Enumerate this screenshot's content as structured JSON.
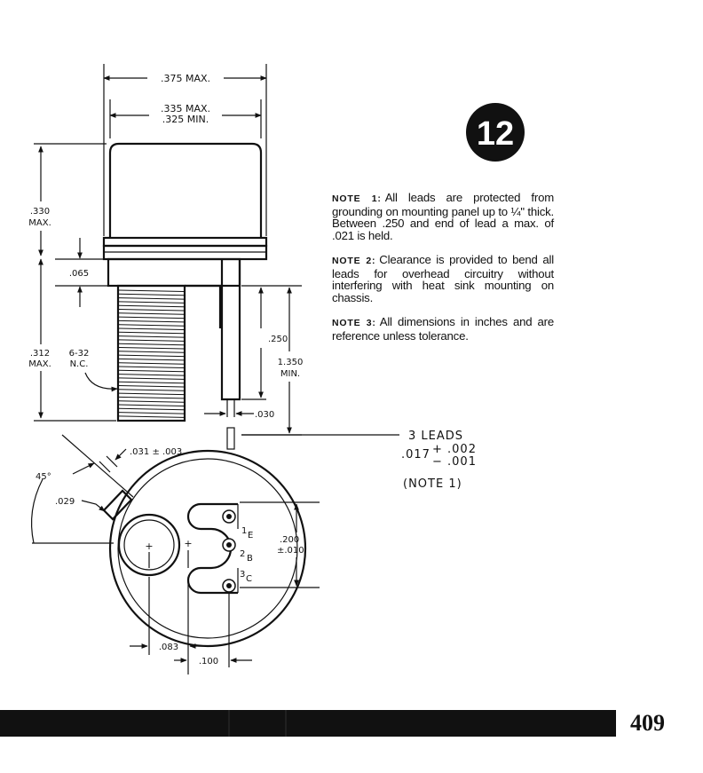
{
  "badge": {
    "number": "12"
  },
  "dimensions": {
    "overall_width": ".375 MAX.",
    "cap_width_max": ".335 MAX.",
    "cap_width_min": ".325 MIN.",
    "cap_height_value": ".330",
    "cap_height_unit": "MAX.",
    "flange": ".065",
    "stud_length_value": ".312",
    "stud_length_unit": "MAX.",
    "thread_size": "6-32",
    "thread_class": "N.C.",
    "lead_insulated": ".250",
    "lead_length_value": "1.350",
    "lead_length_unit": "MIN.",
    "lead_width": ".030",
    "lead_spacing_a": ".031 ± .003",
    "angle": "45°",
    "offset": ".029",
    "pin_pitch_value": ".200",
    "pin_pitch_tol": "±.010",
    "hole_offset": ".083",
    "pin_offset": ".100"
  },
  "leads_note": {
    "count": "3 LEADS",
    "diameter": ".017",
    "tol_plus": "+ .002",
    "tol_minus": "− .001",
    "ref": "(NOTE 1)"
  },
  "pins": {
    "emitter_num": "1",
    "emitter_sub": "E",
    "base_num": "2",
    "base_sub": "B",
    "collector_num": "3",
    "collector_sub": "C"
  },
  "notes": [
    {
      "label": "NOTE 1:",
      "text": "All leads are protected from grounding on mounting panel up to ¼\" thick. Between .250 and end of lead a max. of .021 is held."
    },
    {
      "label": "NOTE 2:",
      "text": "Clearance is provided to bend all leads for overhead circuitry without interfering with heat sink mounting on chassis."
    },
    {
      "label": "NOTE 3:",
      "text": "All dimensions in inches and are reference unless tolerance."
    }
  ],
  "page_number": "409",
  "colors": {
    "ink": "#111111",
    "paper": "#ffffff"
  }
}
